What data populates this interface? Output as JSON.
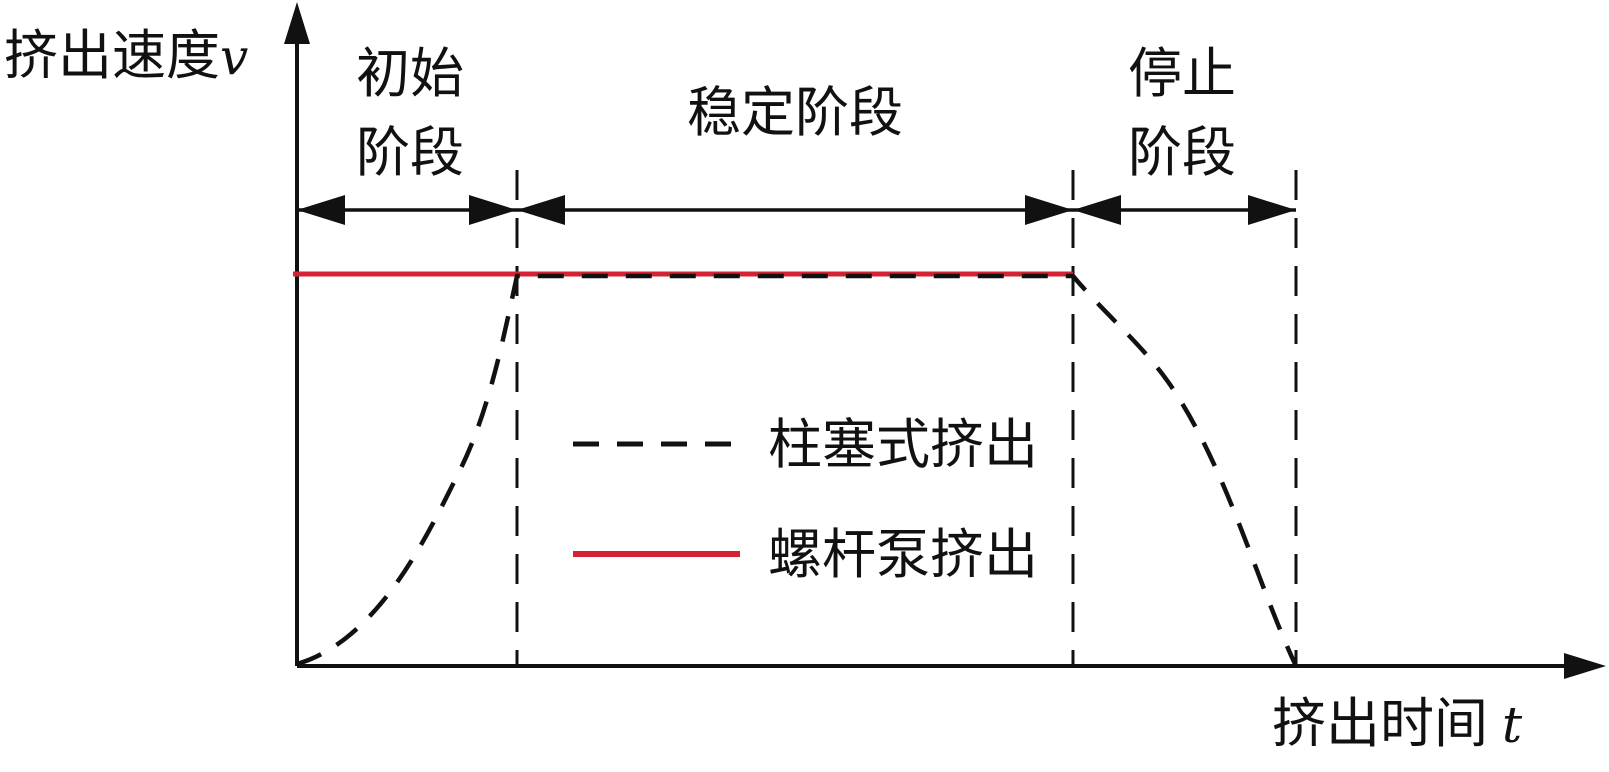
{
  "axes": {
    "y_label": "挤出速度",
    "y_var": "v",
    "x_label": "挤出时间",
    "x_var": "t"
  },
  "phases": [
    {
      "line1": "初始",
      "line2": "阶段"
    },
    {
      "line1": "稳定阶段",
      "line2": ""
    },
    {
      "line1": "停止",
      "line2": "阶段"
    }
  ],
  "legend": [
    {
      "label": "柱塞式挤出",
      "style": "dashed",
      "color": "#111111"
    },
    {
      "label": "螺杆泵挤出",
      "style": "solid",
      "color": "#d42232"
    }
  ],
  "colors": {
    "ink": "#111111",
    "red": "#d42232"
  }
}
